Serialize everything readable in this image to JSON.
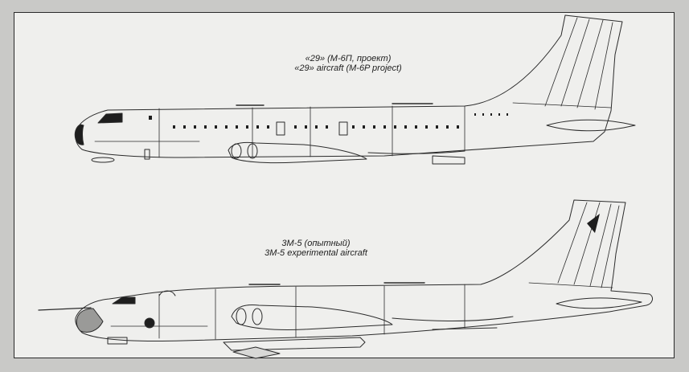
{
  "figure": {
    "top": {
      "caption_ru": "«29» (М-6П, проект)",
      "caption_en": "«29» aircraft (M-6P project)"
    },
    "bottom": {
      "caption_ru": "3М-5 (опытный)",
      "caption_en": "3M-5 experimental aircraft"
    }
  }
}
